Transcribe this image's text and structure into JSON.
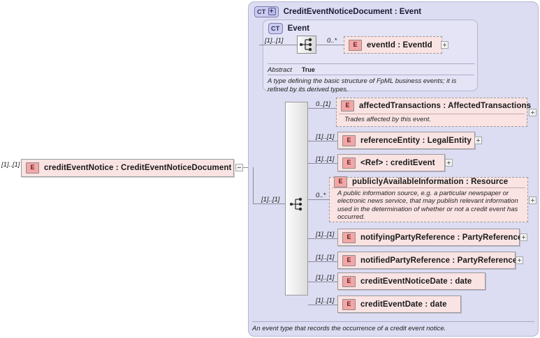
{
  "diagram": {
    "type": "xsd-schema-diagram",
    "root_element": {
      "icon": "element-icon",
      "name": "creditEventNotice",
      "type": "CreditEventNoticeDocument",
      "label": "creditEventNotice : CreditEventNoticeDocument",
      "cardinality": "[1]..[1]",
      "toggle": "minus"
    },
    "outer_type": {
      "badge": "CT",
      "badge_state": "plus",
      "title": "CreditEventNoticeDocument : Event",
      "description": "An event type that records the occurrence of a credit event notice."
    },
    "inner_type": {
      "badge": "CT",
      "title": "Event",
      "cardinality": "[1]..[1]",
      "abstract_key": "Abstract",
      "abstract_value": "True",
      "description": "A type defining the basic structure of FpML business events; it is refined by its derived types.",
      "children": [
        {
          "icon": "element-icon",
          "label": "eventId  : EventId",
          "name": "eventId",
          "type": "EventId",
          "cardinality": "0..*",
          "toggle": "plus",
          "style": "dashed"
        }
      ]
    },
    "sequence_cardinality": "[1]..[1]",
    "elements": [
      {
        "icon": "element-icon",
        "label": "affectedTransactions : AffectedTransactions",
        "name": "affectedTransactions",
        "type": "AffectedTransactions",
        "cardinality": "0..[1]",
        "description": "Trades affected by this event.",
        "toggle": "plus",
        "style": "dashed"
      },
      {
        "icon": "element-icon",
        "label": "referenceEntity : LegalEntity",
        "name": "referenceEntity",
        "type": "LegalEntity",
        "cardinality": "[1]..[1]",
        "description": "",
        "toggle": "plus",
        "style": "solid"
      },
      {
        "icon": "element-icon",
        "label": "<Ref>     : creditEvent",
        "name": "<Ref>",
        "type": "creditEvent",
        "cardinality": "[1]..[1]",
        "description": "",
        "toggle": "plus",
        "style": "solid"
      },
      {
        "icon": "element-icon",
        "label": "publiclyAvailableInformation : Resource",
        "name": "publiclyAvailableInformation",
        "type": "Resource",
        "cardinality": "0..*",
        "description": "A public information source, e.g. a particular newspaper or electronic news service, that may publish relevant information used in the determination of whether or not a credit event has occurred.",
        "toggle": "plus",
        "style": "dashed"
      },
      {
        "icon": "element-icon",
        "label": "notifyingPartyReference : PartyReference",
        "name": "notifyingPartyReference",
        "type": "PartyReference",
        "cardinality": "[1]..[1]",
        "description": "",
        "toggle": "plus",
        "style": "solid"
      },
      {
        "icon": "element-icon",
        "label": "notifiedPartyReference : PartyReference",
        "name": "notifiedPartyReference",
        "type": "PartyReference",
        "cardinality": "[1]..[1]",
        "description": "",
        "toggle": "plus",
        "style": "solid"
      },
      {
        "icon": "element-icon",
        "label": "creditEventNoticeDate : date",
        "name": "creditEventNoticeDate",
        "type": "date",
        "cardinality": "[1]..[1]",
        "description": "",
        "toggle": "plus",
        "style": "solid"
      },
      {
        "icon": "element-icon",
        "label": "creditEventDate : date",
        "name": "creditEventDate",
        "type": "date",
        "cardinality": "[1]..[1]",
        "description": "",
        "toggle": "plus",
        "style": "solid"
      }
    ],
    "icon_labels": {
      "element": "E",
      "complex_type": "CT"
    },
    "colors": {
      "frame_outer": "#dcdcf2",
      "frame_inner": "#e4e4f6",
      "element_fill": "#fae3e3",
      "element_icon": "#f4a6a6",
      "border": "#9a9a9a",
      "line": "#8c8c9c"
    }
  }
}
